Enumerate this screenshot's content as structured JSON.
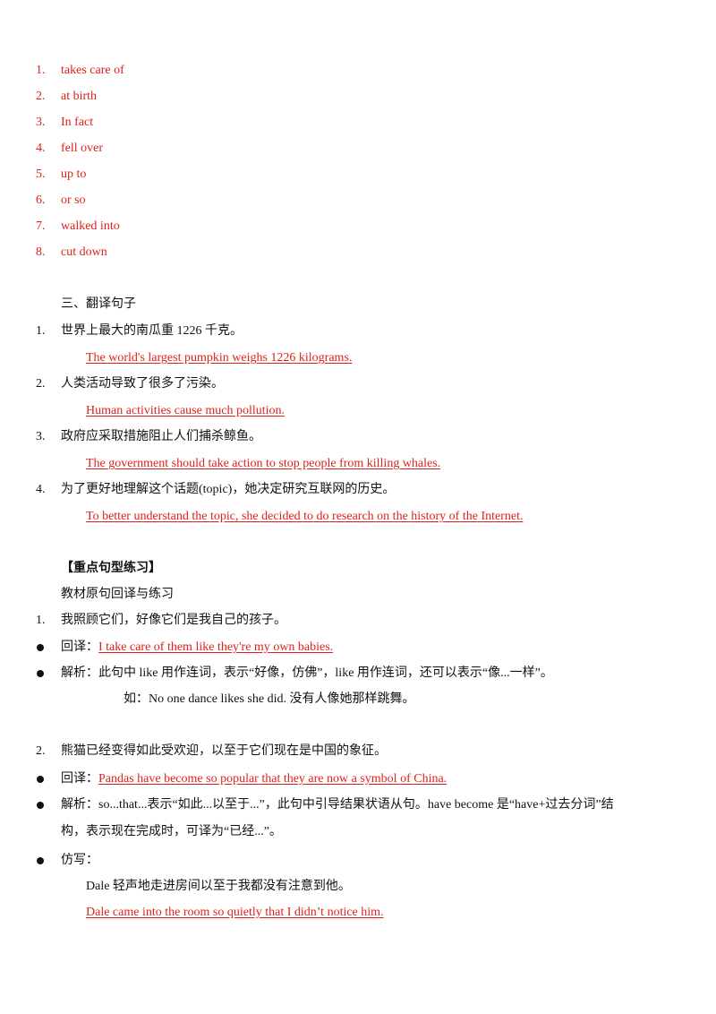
{
  "answers": [
    {
      "num": "1.",
      "text": "takes care of"
    },
    {
      "num": "2.",
      "text": "at birth"
    },
    {
      "num": "3.",
      "text": "In fact"
    },
    {
      "num": "4.",
      "text": "fell over"
    },
    {
      "num": "5.",
      "text": "up to"
    },
    {
      "num": "6.",
      "text": "or so"
    },
    {
      "num": "7.",
      "text": "walked into"
    },
    {
      "num": "8.",
      "text": "cut down"
    }
  ],
  "section3": {
    "heading": "三、翻译句子",
    "items": [
      {
        "num": "1.",
        "question": "世界上最大的南瓜重 1226 千克。",
        "answer": "The world's largest pumpkin weighs 1226 kilograms."
      },
      {
        "num": "2.",
        "question": "人类活动导致了很多了污染。",
        "answer": "Human activities cause much pollution."
      },
      {
        "num": "3.",
        "question": "政府应采取措施阻止人们捕杀鲸鱼。",
        "answer": "The government should take action to stop people from killing whales."
      },
      {
        "num": "4.",
        "question": "为了更好地理解这个话题(topic)，她决定研究互联网的历史。",
        "answer": "To better understand the topic, she decided to do research on the history of the Internet."
      }
    ]
  },
  "key": {
    "heading": "【重点句型练习】",
    "subheading": "教材原句回译与练习",
    "item1": {
      "num": "1.",
      "sentence": "我照顾它们，好像它们是我自己的孩子。",
      "translate_label": "回译：",
      "translate_answer": "I take care of them like they're my own babies.",
      "analysis": "解析：此句中 like 用作连词，表示“好像，仿佛”，like 用作连词，还可以表示“像...一样”。",
      "example": "如：No one dance likes she did.  没有人像她那样跳舞。"
    },
    "item2": {
      "num": "2.",
      "sentence": "熊猫已经变得如此受欢迎，以至于它们现在是中国的象征。",
      "translate_label": "回译：",
      "translate_answer": "Pandas have become so popular that they are now a symbol of China.",
      "analysis_line1": "解析：so...that...表示“如此...以至于...”，此句中引导结果状语从句。have become 是“have+过去分词”结",
      "analysis_line2": "构，表示现在完成时，可译为“已经...”。",
      "imitate_label": "仿写：",
      "imitate_question": "Dale 轻声地走进房间以至于我都没有注意到他。",
      "imitate_answer": "Dale came into the room so quietly that I didn’t notice him."
    }
  }
}
